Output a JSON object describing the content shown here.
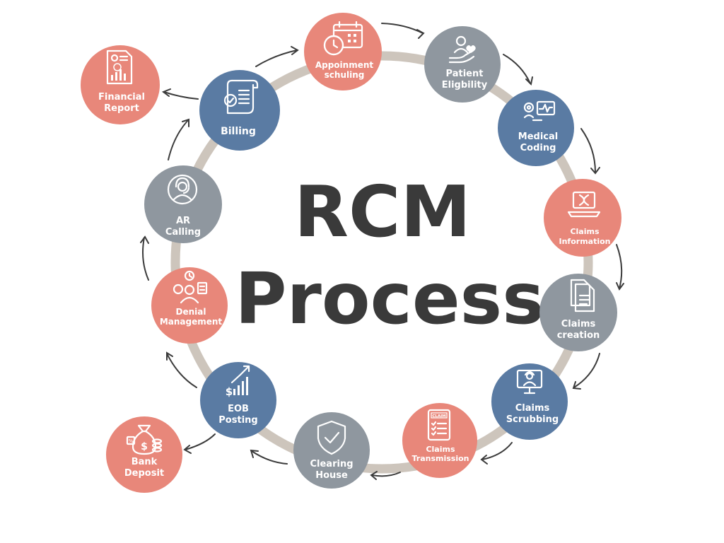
{
  "title": {
    "line1": "RCM",
    "line2": "Process"
  },
  "colors": {
    "salmon": "#e8877a",
    "slate": "#8f979f",
    "steel_blue": "#5a7ba3",
    "ring": "#cdc5bc",
    "text": "#3a3a3a",
    "arrow": "#3b3b3b"
  },
  "nodes": {
    "appointment": {
      "line1": "Appoinment",
      "line2": "schuling",
      "icon": "calendar-clock-icon"
    },
    "eligibility": {
      "line1": "Patient",
      "line2": "Eligbility",
      "icon": "hand-patient-icon"
    },
    "coding": {
      "line1": "Medical",
      "line2": "Coding",
      "icon": "medical-monitor-icon"
    },
    "claims_info": {
      "line1": "Claims",
      "line2": "Information",
      "icon": "laptop-dna-icon"
    },
    "claims_creation": {
      "line1": "Claims",
      "line2": "creation",
      "icon": "documents-icon"
    },
    "scrubbing": {
      "line1": "Claims",
      "line2": "Scrubbing",
      "icon": "support-agent-monitor-icon"
    },
    "transmission": {
      "line1": "Claims",
      "line2": "Transmission",
      "icon_text": "CLAIM",
      "icon": "claim-form-icon"
    },
    "clearing": {
      "line1": "Clearing",
      "line2": "House",
      "icon": "shield-check-icon"
    },
    "eob": {
      "line1": "EOB",
      "line2": "Posting",
      "icon": "bar-chart-dollar-icon"
    },
    "denial": {
      "line1": "Denial",
      "line2": "Management",
      "icon": "person-gears-icon"
    },
    "ar": {
      "line1": "AR",
      "line2": "Calling",
      "icon": "headset-agent-icon"
    },
    "billing": {
      "line1": "",
      "line2": "Billing",
      "icon": "receipt-check-icon"
    },
    "financial": {
      "line1": "Financial",
      "line2": "Report",
      "icon": "report-chart-icon"
    },
    "bank": {
      "line1": "Bank",
      "line2": "Deposit",
      "icon": "money-bag-icon"
    }
  }
}
